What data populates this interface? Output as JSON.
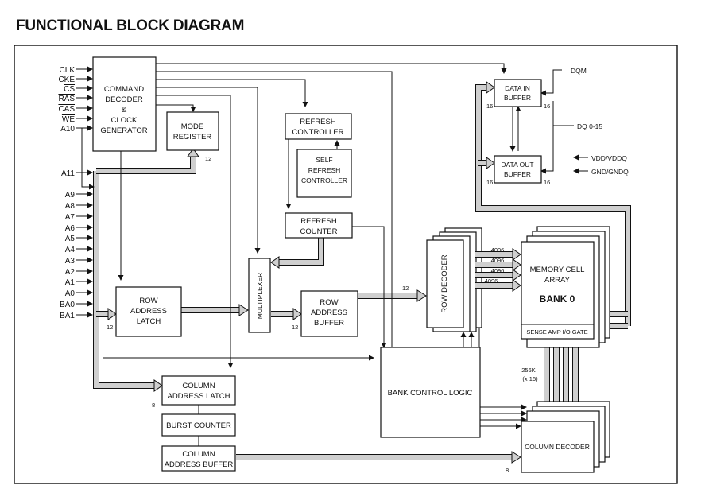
{
  "title": "FUNCTIONAL BLOCK DIAGRAM",
  "inputs": {
    "clk": "CLK",
    "cke": "CKE",
    "cs": "CS",
    "ras": "RAS",
    "cas": "CAS",
    "we": "WE",
    "a10": "A10",
    "a11": "A11",
    "a9": "A9",
    "a8": "A8",
    "a7": "A7",
    "a6": "A6",
    "a5": "A5",
    "a4": "A4",
    "a3": "A3",
    "a2": "A2",
    "a1": "A1",
    "a0": "A0",
    "ba0": "BA0",
    "ba1": "BA1"
  },
  "blocks": {
    "command_decoder": [
      "COMMAND",
      "DECODER",
      "&",
      "CLOCK",
      "GENERATOR"
    ],
    "mode_register": [
      "MODE",
      "REGISTER"
    ],
    "refresh_controller": [
      "REFRESH",
      "CONTROLLER"
    ],
    "self_refresh_controller": [
      "SELF",
      "REFRESH",
      "CONTROLLER"
    ],
    "refresh_counter": [
      "REFRESH",
      "COUNTER"
    ],
    "multiplexer": "MULTIPLEXER",
    "row_address_latch": [
      "ROW",
      "ADDRESS",
      "LATCH"
    ],
    "row_address_buffer": [
      "ROW",
      "ADDRESS",
      "BUFFER"
    ],
    "row_decoder": "ROW DECODER",
    "memory_cell_array": [
      "MEMORY CELL",
      "ARRAY"
    ],
    "bank": "BANK 0",
    "sense_amp": "SENSE AMP I/O GATE",
    "bank_control_logic": "BANK CONTROL LOGIC",
    "column_address_latch": [
      "COLUMN",
      "ADDRESS LATCH"
    ],
    "burst_counter": "BURST COUNTER",
    "column_address_buffer": [
      "COLUMN",
      "ADDRESS BUFFER"
    ],
    "column_decoder": "COLUMN DECODER",
    "data_in_buffer": [
      "DATA IN",
      "BUFFER"
    ],
    "data_out_buffer": [
      "DATA OUT",
      "BUFFER"
    ]
  },
  "signals": {
    "dqm": "DQM",
    "dq": "DQ 0-15",
    "vdd": "VDD/VDDQ",
    "gnd": "GND/GNDQ"
  },
  "bus_labels": {
    "w12_mode": "12",
    "w12_latch": "12",
    "w12_buffer": "12",
    "w12_decoder": "12",
    "w8_col_latch": "8",
    "w8_col_dec": "8",
    "w16_a": "16",
    "w16_b": "16",
    "w16_c": "16",
    "w16_d": "16",
    "b4096_1": "4096",
    "b4096_2": "4096",
    "b4096_3": "4096",
    "b4096_4": "4096",
    "sense_width": "256K",
    "sense_mult": "(x 16)"
  }
}
